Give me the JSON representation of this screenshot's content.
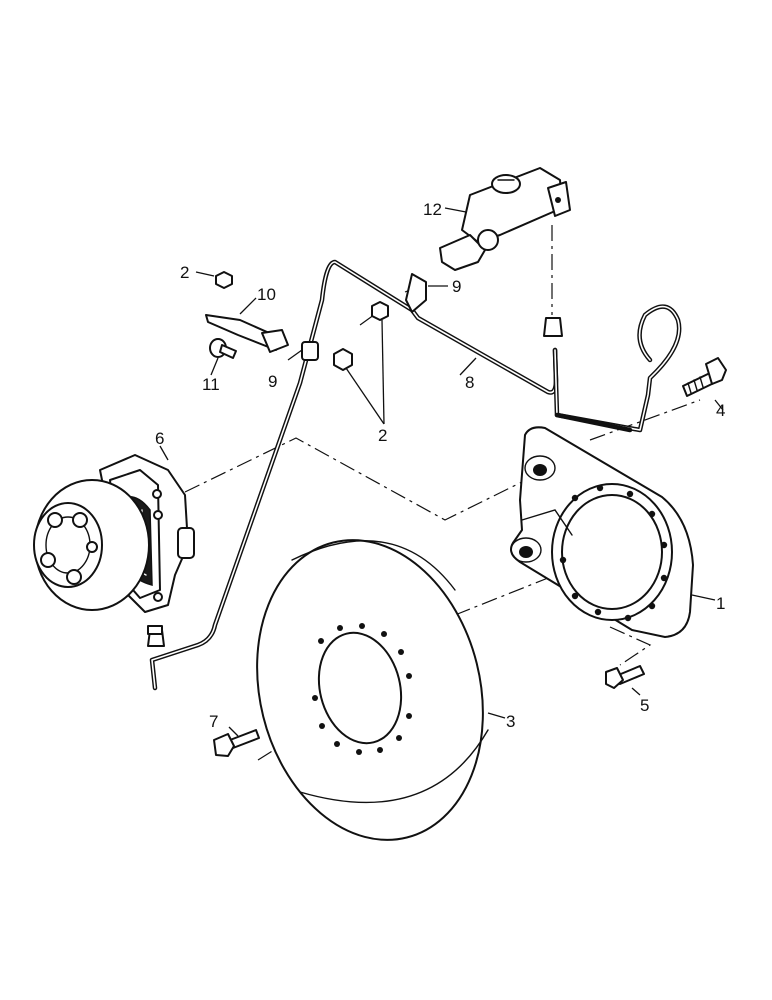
{
  "callouts": [
    {
      "id": "c1",
      "text": "1"
    },
    {
      "id": "c2a",
      "text": "2"
    },
    {
      "id": "c2b",
      "text": "2"
    },
    {
      "id": "c3",
      "text": "3"
    },
    {
      "id": "c4",
      "text": "4"
    },
    {
      "id": "c5",
      "text": "5"
    },
    {
      "id": "c6",
      "text": "6"
    },
    {
      "id": "c7",
      "text": "7"
    },
    {
      "id": "c8",
      "text": "8"
    },
    {
      "id": "c9a",
      "text": "9"
    },
    {
      "id": "c9b",
      "text": "9"
    },
    {
      "id": "c10",
      "text": "10"
    },
    {
      "id": "c11",
      "text": "11"
    },
    {
      "id": "c12",
      "text": "12"
    }
  ],
  "colors": {
    "ink": "#111111",
    "paper": "#ffffff"
  }
}
